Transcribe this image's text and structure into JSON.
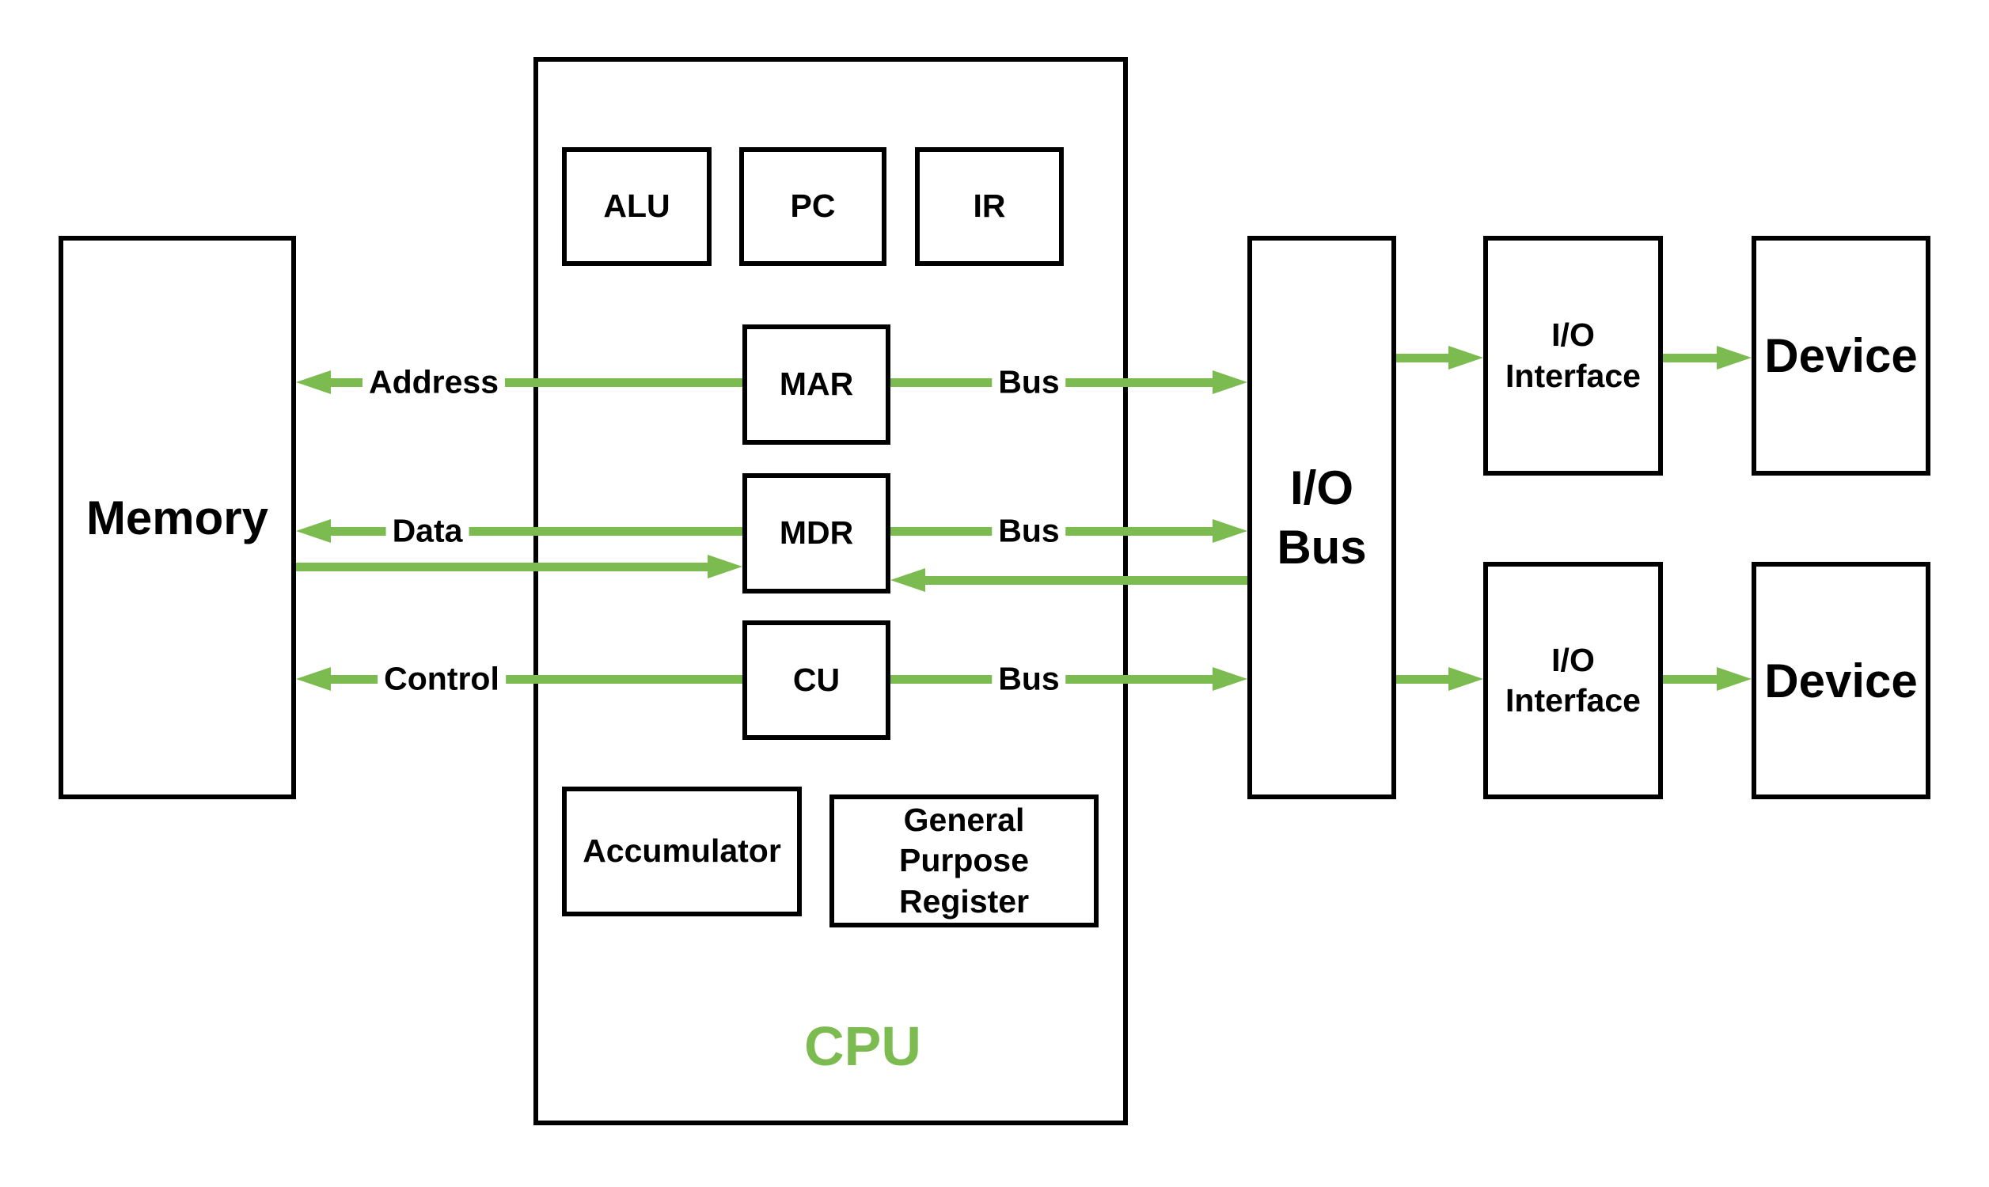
{
  "colors": {
    "accent_green": "#7CBB4F",
    "box_border": "#000000",
    "text": "#000000",
    "background": "#FFFFFF"
  },
  "blocks": {
    "memory": "Memory",
    "cpu": "CPU",
    "alu": "ALU",
    "pc": "PC",
    "ir": "IR",
    "mar": "MAR",
    "mdr": "MDR",
    "cu": "CU",
    "accumulator": "Accumulator",
    "general_purpose_register": "General Purpose Register",
    "io_bus": "I/O Bus",
    "io_interface_top": "I/O Interface",
    "device_top": "Device",
    "io_interface_bottom": "I/O Interface",
    "device_bottom": "Device"
  },
  "connections": {
    "address_label": "Address",
    "data_label": "Data",
    "control_label": "Control",
    "address_bus_label": "Bus",
    "data_bus_label": "Bus",
    "control_bus_label": "Bus"
  }
}
